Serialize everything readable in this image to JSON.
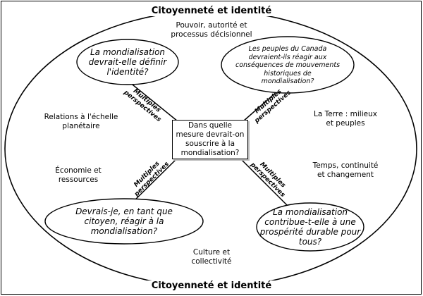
{
  "title_top": "Citoyenneté et identité",
  "title_bottom": "Citoyenneté et identité",
  "center_question": "Dans quelle\nmesure devrait-on\nsouscrire à la\nmondialisation?",
  "themes": {
    "top": "Pouvoir, autorité et\nprocessus décisionnel",
    "left_upper": "Relations à l'échelle\nplanétaire",
    "left_lower": "Économie et\nressources",
    "right_upper": "La Terre : milieux\net peuples",
    "right_lower": "Temps, continuité\net changement",
    "bottom": "Culture et\ncollectivité"
  },
  "questions": {
    "top_left": "La mondialisation\ndevrait-elle définir\nl'identité?",
    "top_right": "Les peuples du Canada\ndevraient-ils réagir aux\nconséquences de mouvements\nhistoriques de\nmondialisation?",
    "bottom_left": "Devrais-je, en tant que\ncitoyen, réagir à la\nmondialisation?",
    "bottom_right": "La mondialisation\ncontribue-t-elle à une\nprospérité durable pour\ntous?"
  },
  "connector_label": "Multiples\nperspectives"
}
